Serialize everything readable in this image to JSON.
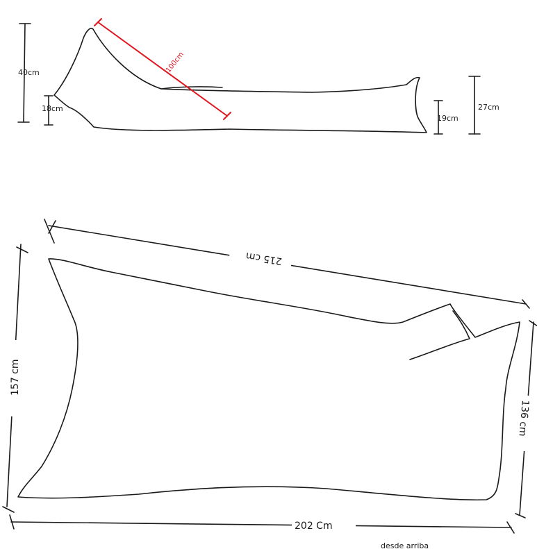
{
  "top_view": {
    "height_left": "40cm",
    "height_left_small": "18cm",
    "diagonal": "100cm",
    "height_right_small": "19cm",
    "height_right": "27cm"
  },
  "bottom_view": {
    "top_edge": "215 cm",
    "left_side": "157 cm",
    "right_side": "136 cm",
    "bottom_edge": "202 Cm",
    "note": "desde arriba"
  },
  "colors": {
    "ink": "#1a1a1a",
    "highlight": "#e0141e"
  }
}
